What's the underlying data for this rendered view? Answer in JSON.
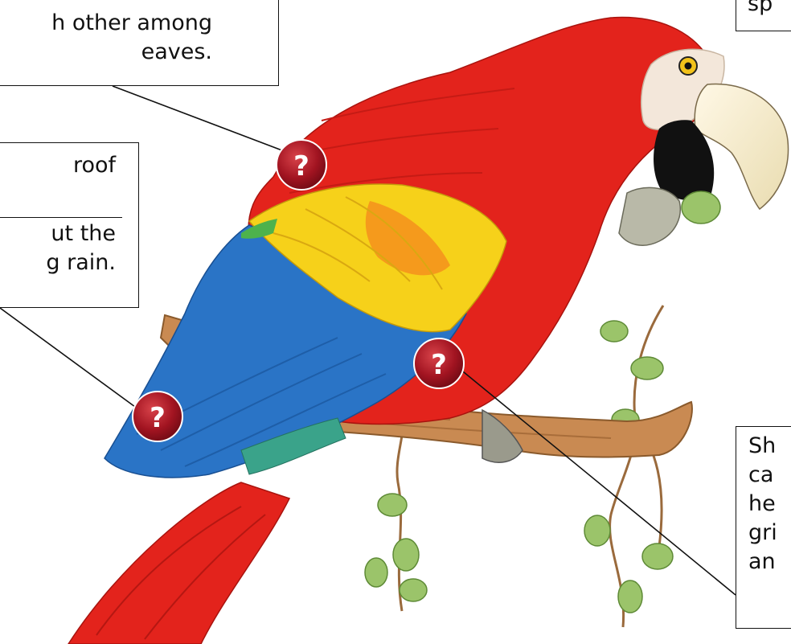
{
  "image_alt": "Scarlet macaw perched on a branch",
  "callouts": {
    "top_left": {
      "lines": [
        "h other among",
        "eaves."
      ]
    },
    "mid_left": {
      "lines": [
        "roof",
        "ut the",
        "g rain."
      ]
    },
    "top_right": {
      "lines": [
        "sp"
      ]
    },
    "bottom_right": {
      "lines": [
        "Sh",
        "ca",
        "he",
        "gri",
        "an"
      ]
    }
  },
  "hotspots": [
    {
      "label": "?"
    },
    {
      "label": "?"
    },
    {
      "label": "?"
    }
  ],
  "colors": {
    "body_red": "#e3231c",
    "wing_yellow": "#f6d11a",
    "wing_blue": "#2a74c6",
    "wing_green": "#4db24c",
    "branch": "#c98a52",
    "berry": "#9bc46a",
    "marker": "#a21421"
  }
}
